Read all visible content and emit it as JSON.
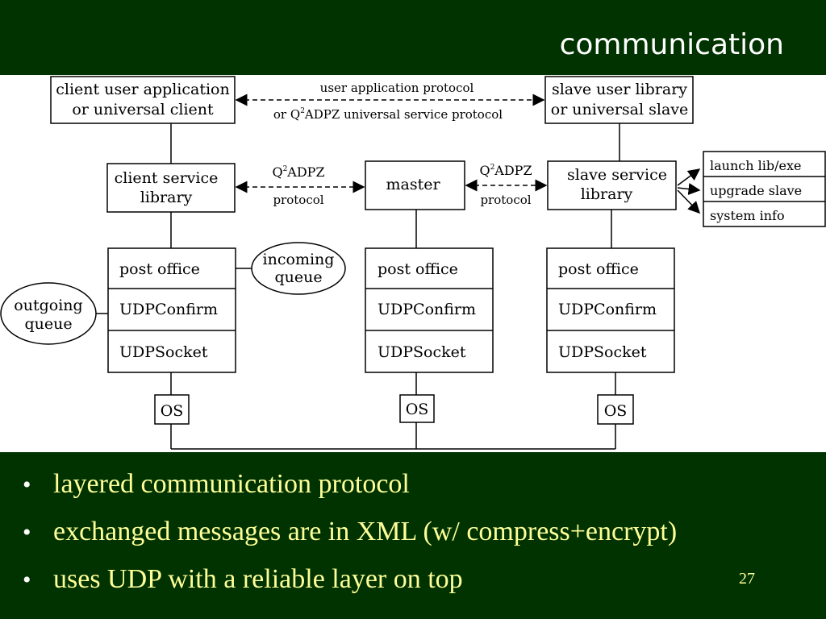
{
  "slide": {
    "title": "communication",
    "page_number": "27"
  },
  "diagram": {
    "boxes": {
      "client_app_line1": "client user application",
      "client_app_line2": "or universal client",
      "slave_lib_line1": "slave user library",
      "slave_lib_line2": "or universal slave",
      "client_service_line1": "client service",
      "client_service_line2": "library",
      "master": "master",
      "slave_service_line1": "slave service",
      "slave_service_line2": "library",
      "launch": "launch lib/exe",
      "upgrade": "upgrade slave",
      "sysinfo": "system info",
      "post_office": "post office",
      "udp_confirm": "UDPConfirm",
      "udp_socket": "UDPSocket",
      "os": "OS"
    },
    "queues": {
      "incoming_line1": "incoming",
      "incoming_line2": "queue",
      "outgoing_line1": "outgoing",
      "outgoing_line2": "queue"
    },
    "protocols": {
      "top_line1": "user application protocol",
      "top_line2_prefix": "or Q",
      "top_line2_sup": "2",
      "top_line2_rest": "ADPZ universal service protocol",
      "q_prefix": "Q",
      "q_sup": "2",
      "q_rest": "ADPZ",
      "protocol_word": "protocol"
    }
  },
  "bullets": [
    "layered communication protocol",
    "exchanged messages are in XML (w/ compress+encrypt)",
    "uses UDP with a reliable layer on top"
  ],
  "bullet_symbol": "•",
  "colors": {
    "background": "#003300",
    "title_text": "#ffffff",
    "bullet_text": "#ffff99",
    "diagram_background": "#ffffff",
    "diagram_ink": "#000000"
  }
}
